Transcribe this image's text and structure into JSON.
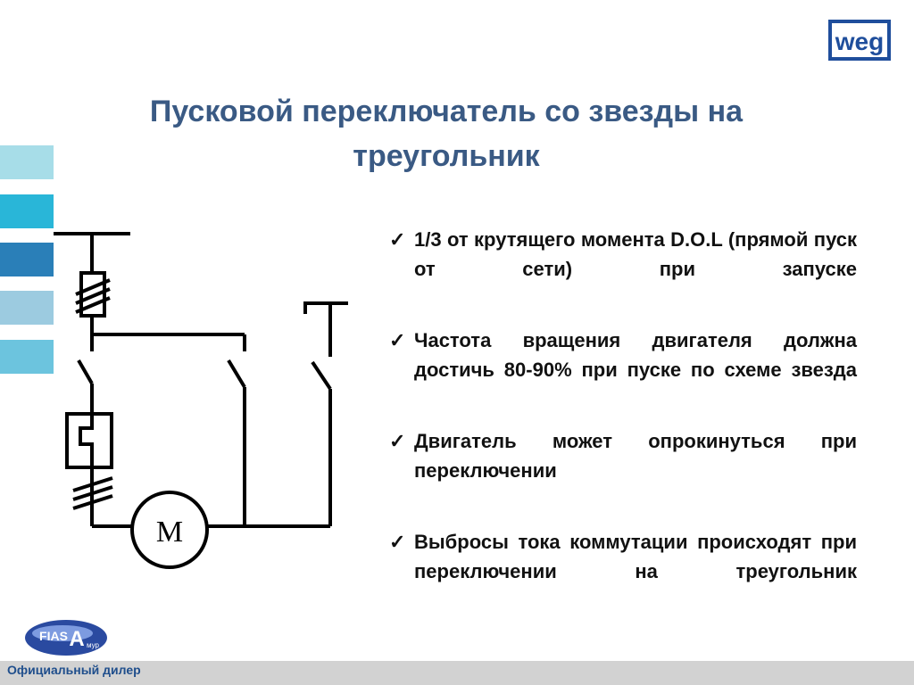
{
  "slide": {
    "title_line1": "Пусковой переключатель со звезды на",
    "title_line2": "треугольник",
    "brand": "weg",
    "accent_color": "#3a5a84"
  },
  "stripes": [
    "#a7dde8",
    "#29b6d8",
    "#2a7fb8",
    "#9ccbe0",
    "#6cc4de"
  ],
  "bullets": [
    {
      "check": "✓",
      "text": "1/3 от крутящего момента D.O.L (прямой пуск от сети) при запуске"
    },
    {
      "check": "✓",
      "text": "Частота вращения двигателя должна достичь 80-90% при пуске по схеме звезда"
    },
    {
      "check": "✓",
      "text": "Двигатель может опрокинуться при переключении"
    },
    {
      "check": "✓",
      "text": "Выбросы тока коммутации происходят при переключении на треугольник"
    }
  ],
  "diagram": {
    "motor_label": "M"
  },
  "footer": {
    "dealer_text": "Официальный дилер",
    "logo_text": "FIAS",
    "logo_letter": "A",
    "logo_sub": "мур"
  }
}
